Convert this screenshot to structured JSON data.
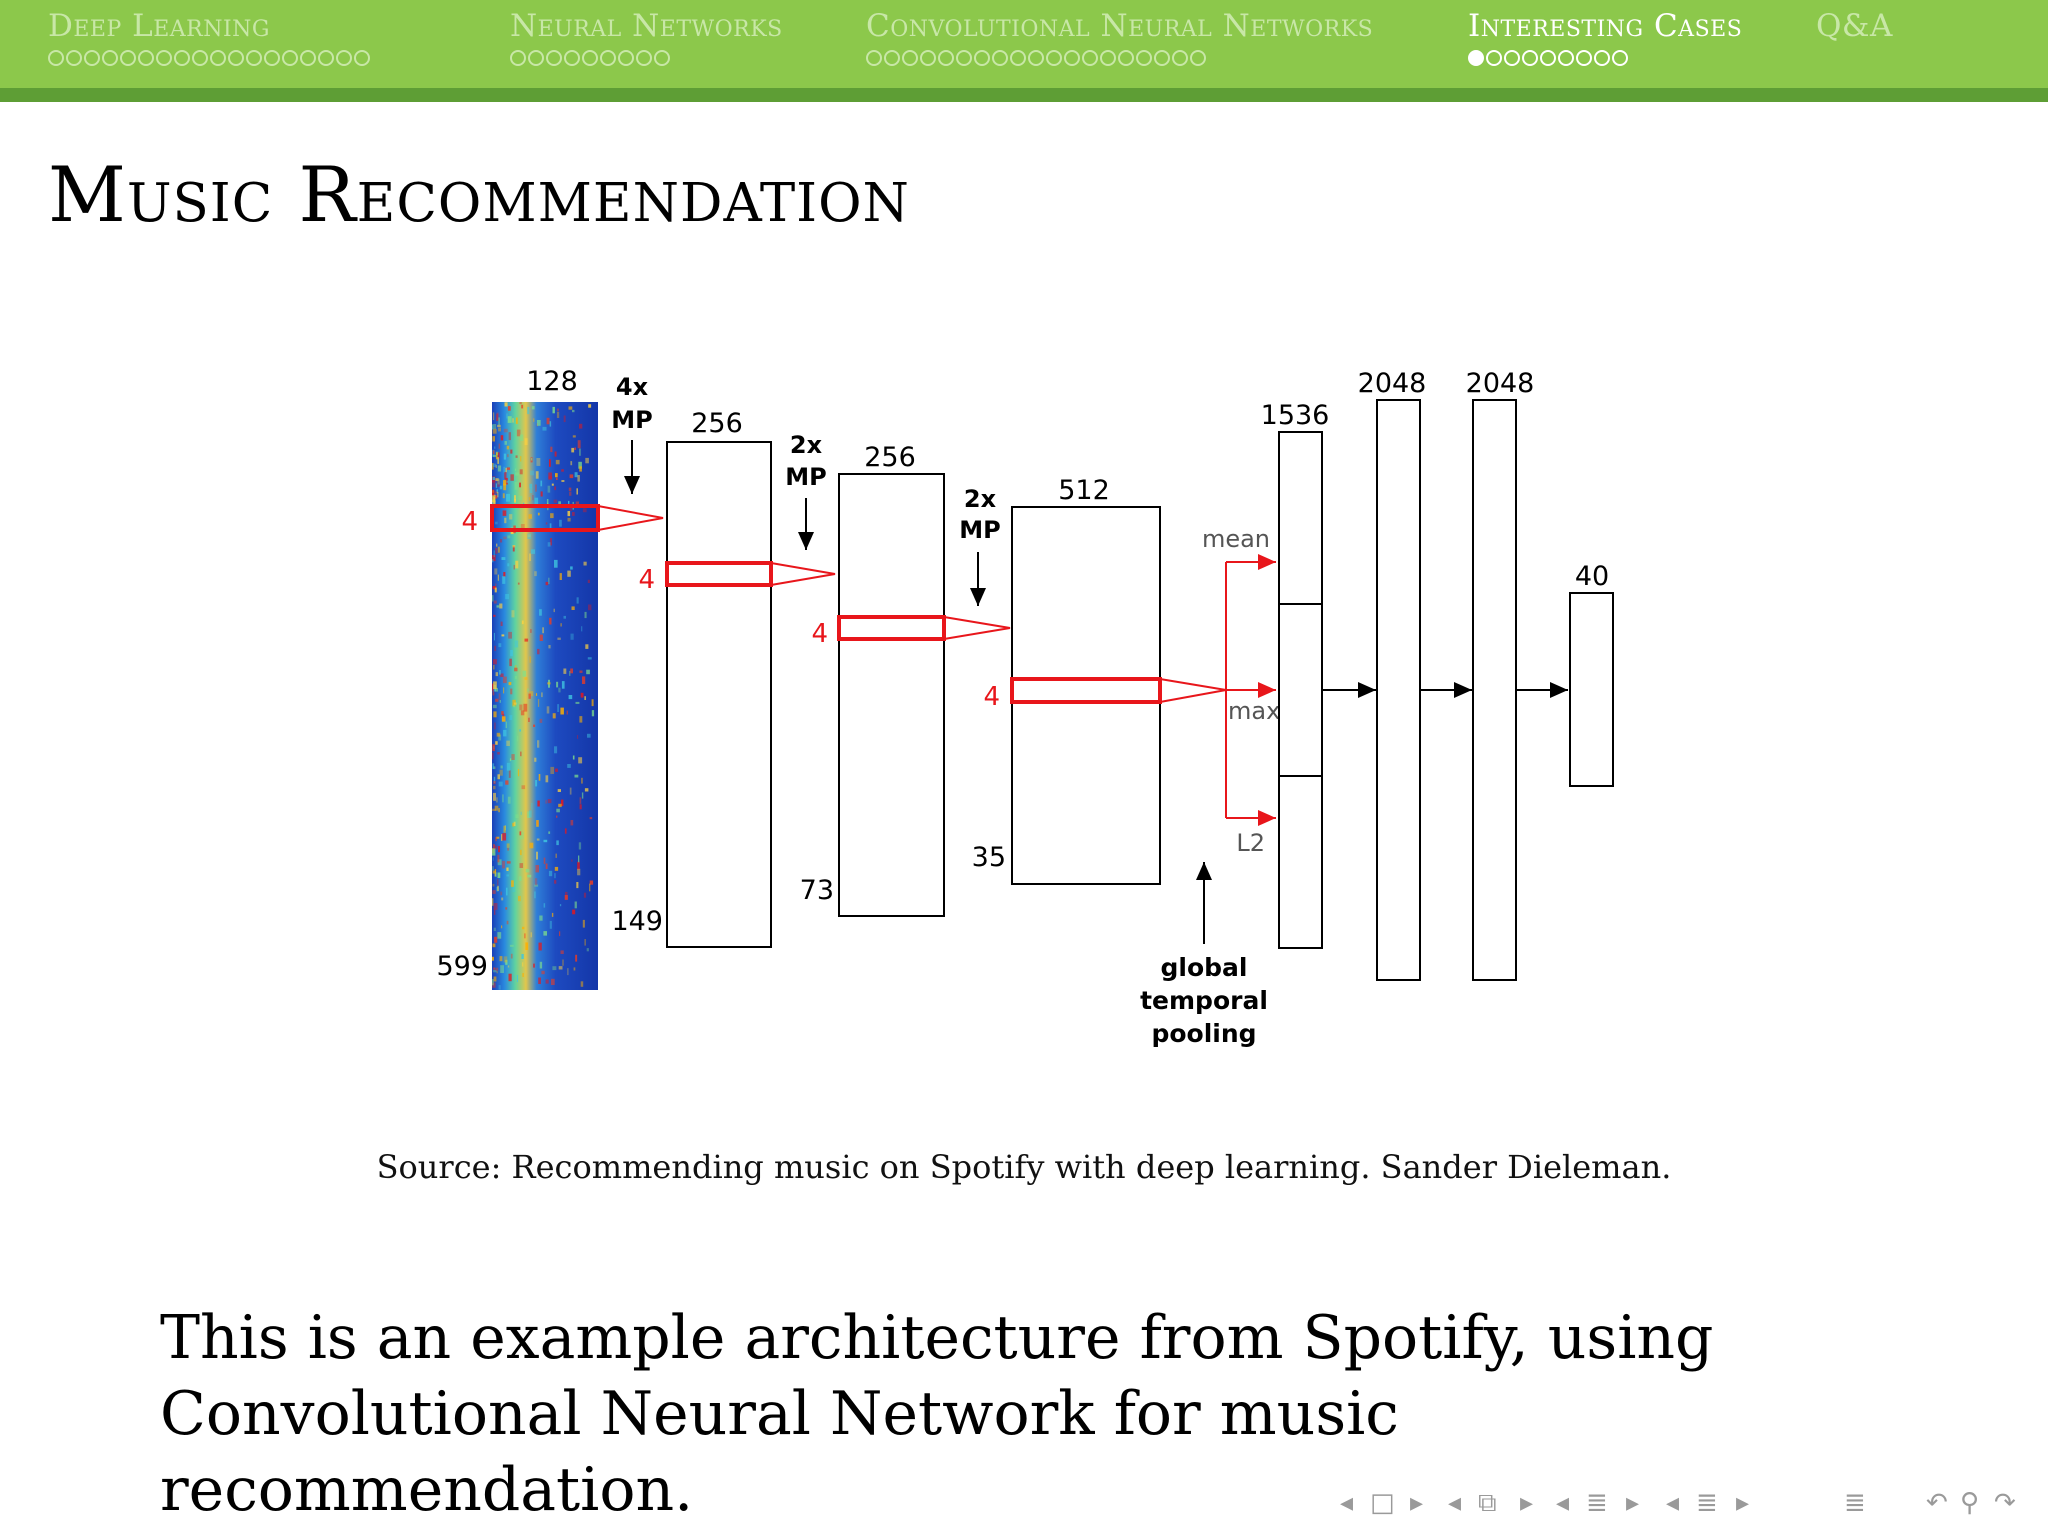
{
  "nav": {
    "sections": [
      {
        "label": "Deep Learning",
        "dots": 18,
        "filled": -1,
        "active": false
      },
      {
        "label": "Neural Networks",
        "dots": 9,
        "filled": -1,
        "active": false
      },
      {
        "label": "Convolutional Neural Networks",
        "dots": 19,
        "filled": -1,
        "active": false
      },
      {
        "label": "Interesting Cases",
        "dots": 9,
        "filled": 0,
        "active": true
      },
      {
        "label": "Q&A",
        "dots": 0,
        "filled": -1,
        "active": false
      }
    ]
  },
  "slide": {
    "title": "Music Recommendation",
    "caption": "Source: Recommending music on Spotify with deep learning. Sander Dieleman.",
    "body": "This is an example architecture from Spotify, using Convolutional Neural Network for music recommendation."
  },
  "figure": {
    "spectrogram": {
      "width_label": "128",
      "height_label": "599",
      "window": "4"
    },
    "layers": [
      {
        "pool": [
          "4x",
          "MP"
        ],
        "filters": "256",
        "length": "149",
        "window": "4"
      },
      {
        "pool": [
          "2x",
          "MP"
        ],
        "filters": "256",
        "length": "73",
        "window": "4"
      },
      {
        "pool": [
          "2x",
          "MP"
        ],
        "filters": "512",
        "length": "35",
        "window": "4"
      }
    ],
    "pooling": {
      "ops": [
        "mean",
        "max",
        "L2"
      ],
      "label_lines": [
        "global",
        "temporal",
        "pooling"
      ]
    },
    "dense": [
      "1536",
      "2048",
      "2048",
      "40"
    ]
  },
  "colors": {
    "nav_bg": "#8cc84b",
    "nav_rule": "#5e9e35",
    "window_red": "#e8161b",
    "pool_arrow": "#e8161b"
  },
  "footer_icons": [
    "nav-prev-arrow-icon",
    "frame-icon",
    "nav-next-arrow-icon",
    "subsection-icon",
    "section-icon",
    "presentation-icon",
    "align-icon",
    "search-icon",
    "refresh-icon"
  ]
}
